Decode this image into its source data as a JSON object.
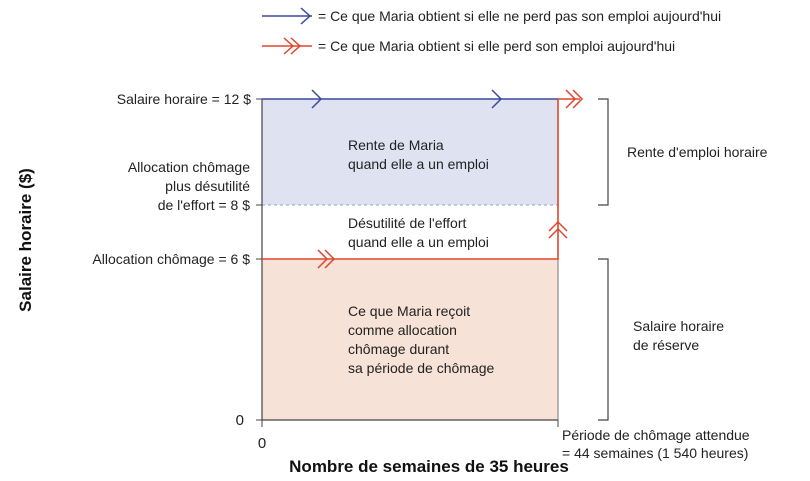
{
  "legend": {
    "blue": "= Ce que Maria obtient si elle ne perd pas son emploi aujourd'hui",
    "red": "= Ce que Maria obtient si elle perd son emploi aujourd'hui"
  },
  "y_axis": {
    "title": "Salaire horaire ($)",
    "wage": "Salaire horaire = 12 $",
    "effort_l1": "Allocation chômage",
    "effort_l2": "plus désutilité",
    "effort_l3": "de l'effort = 8 $",
    "benefit": "Allocation chômage = 6 $",
    "zero": "0"
  },
  "x_axis": {
    "title": "Nombre de semaines de 35 heures",
    "zero": "0",
    "period_l1": "Période de chômage attendue",
    "period_l2": "= 44 semaines (1 540 heures)"
  },
  "regions": {
    "rent_l1": "Rente de Maria",
    "rent_l2": "quand elle a un emploi",
    "disutility_l1": "Désutilité de l'effort",
    "disutility_l2": "quand elle a un emploi",
    "benefit_l1": "Ce que Maria reçoit",
    "benefit_l2": "comme allocation",
    "benefit_l3": "chômage durant",
    "benefit_l4": "sa période de chômage"
  },
  "brackets": {
    "rent": "Rente d'emploi horaire",
    "reserve_l1": "Salaire horaire",
    "reserve_l2": "de réserve"
  },
  "colors": {
    "blue_line": "#3a4a9c",
    "red_line": "#e0452d",
    "rent_fill": "#dfe2f0",
    "benefit_fill": "#f6e2d6",
    "dashed": "#8fa3c4",
    "axis": "#444444"
  }
}
